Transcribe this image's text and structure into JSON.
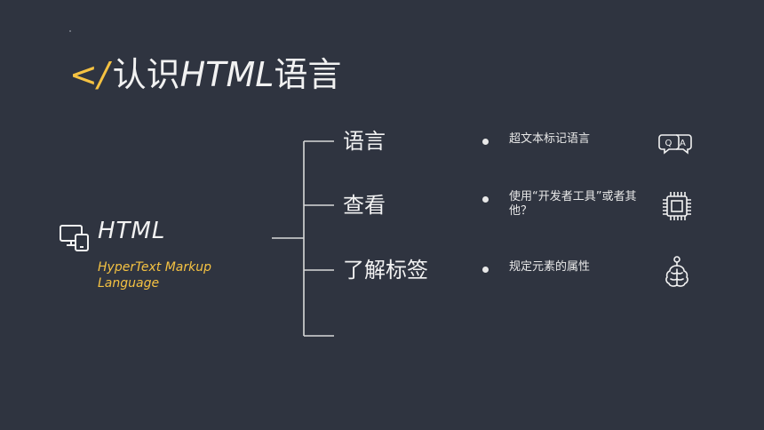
{
  "slide": {
    "title": {
      "tag": "</",
      "prefix": "认识",
      "html": "HTML",
      "suffix": "语言"
    },
    "root": {
      "label": "HTML",
      "subtitle": "HyperText Markup Language"
    },
    "branches": [
      {
        "label": "语言",
        "bullet": "超文本标记语言",
        "icon": "qa-chat-icon"
      },
      {
        "label": "查看",
        "bullet": "使用“开发者工具”或者其他？",
        "icon": "chip-icon"
      },
      {
        "label": "了解标签",
        "bullet": "规定元素的属性",
        "icon": "brain-robot-icon"
      }
    ],
    "colors": {
      "background": "#2f3440",
      "accent": "#f5c242",
      "text": "#f2f2f2",
      "lines": "#d9d9d9"
    }
  }
}
